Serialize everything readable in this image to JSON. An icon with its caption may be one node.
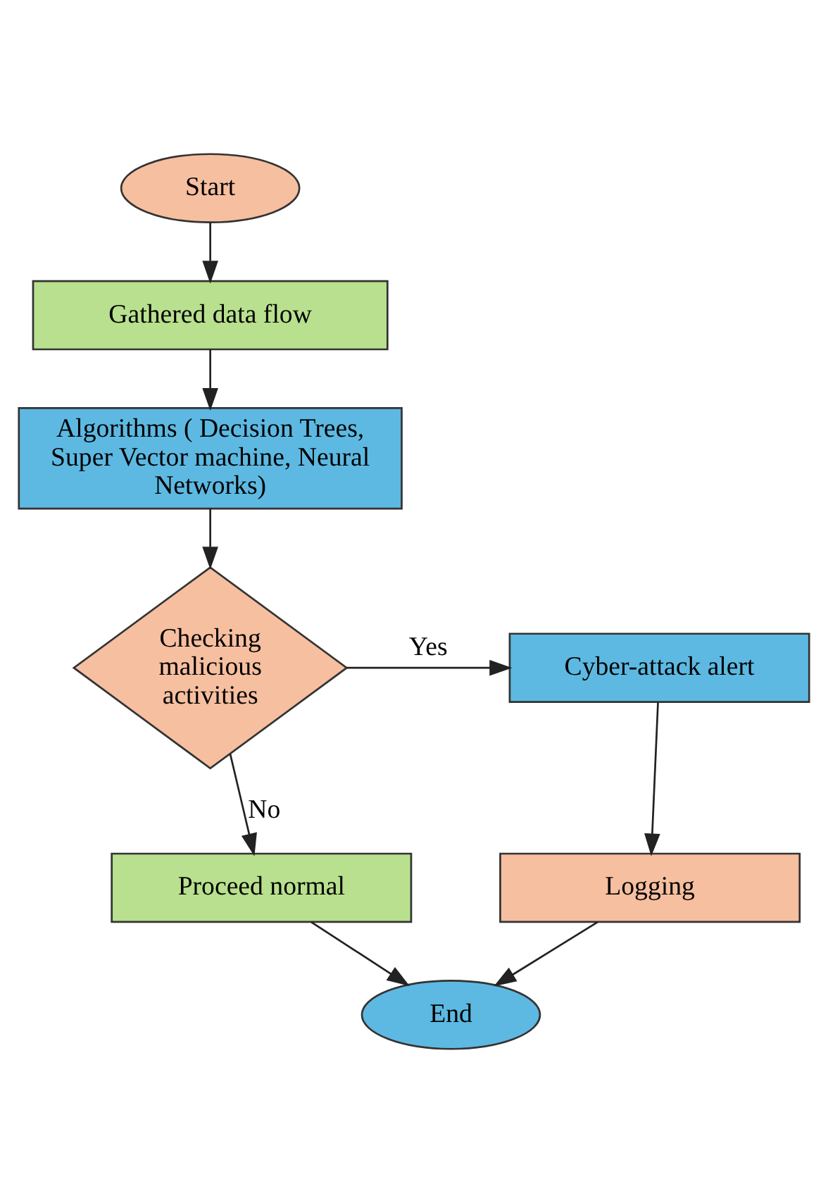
{
  "diagram": {
    "nodes": [
      {
        "text": [
          "Start"
        ]
      },
      {
        "text": [
          "Gathered data flow"
        ]
      },
      {
        "text": [
          "Algorithms ( Decision Trees, Super Vector machine, Neural Networks)"
        ]
      },
      {
        "text": [
          "Checking malicious activities"
        ]
      },
      {
        "text": [
          "Cyber-attack alert"
        ]
      },
      {
        "text": [
          "Logging"
        ]
      },
      {
        "text": [
          "Proceed normal"
        ]
      },
      {
        "text": [
          "End"
        ]
      }
    ],
    "edges": [
      {
        "from": 0,
        "to": 1,
        "arrow": "to"
      },
      {
        "from": 1,
        "to": 2,
        "arrow": "to"
      },
      {
        "from": 2,
        "to": 3,
        "arrow": "to"
      },
      {
        "from": 3,
        "to": 4,
        "arrow": "to",
        "label": "Yes"
      },
      {
        "from": 4,
        "to": 5,
        "arrow": "to"
      },
      {
        "from": 3,
        "to": 6,
        "arrow": "to",
        "label": "No"
      },
      {
        "from": 6,
        "to": 7,
        "arrow": "to"
      },
      {
        "from": 5,
        "to": 7,
        "arrow": "to"
      }
    ]
  }
}
